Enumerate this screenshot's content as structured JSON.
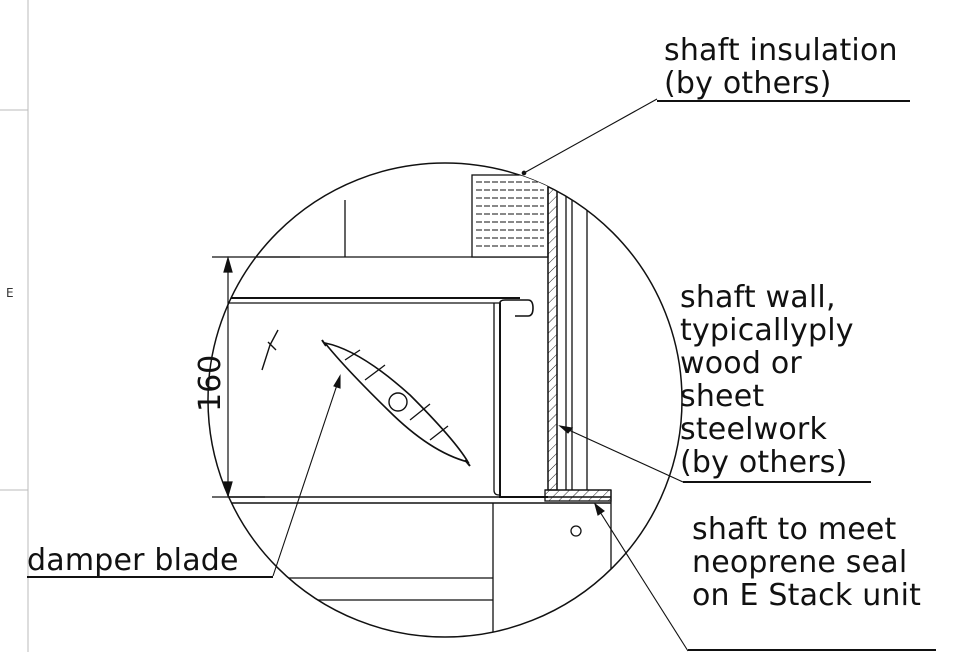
{
  "edge_letter": "E",
  "dimension": {
    "value": "160"
  },
  "callouts": {
    "shaft_insulation": {
      "line1": "shaft insulation",
      "line2": "(by others)"
    },
    "shaft_wall": {
      "line1": "shaft wall,",
      "line2": "typicallyply",
      "line3": "wood or",
      "line4": "sheet",
      "line5": "steelwork",
      "line6": "(by others)"
    },
    "seal": {
      "line1": "shaft to meet",
      "line2": "neoprene seal",
      "line3": "on E Stack unit"
    },
    "damper": {
      "label": "damper blade"
    }
  }
}
